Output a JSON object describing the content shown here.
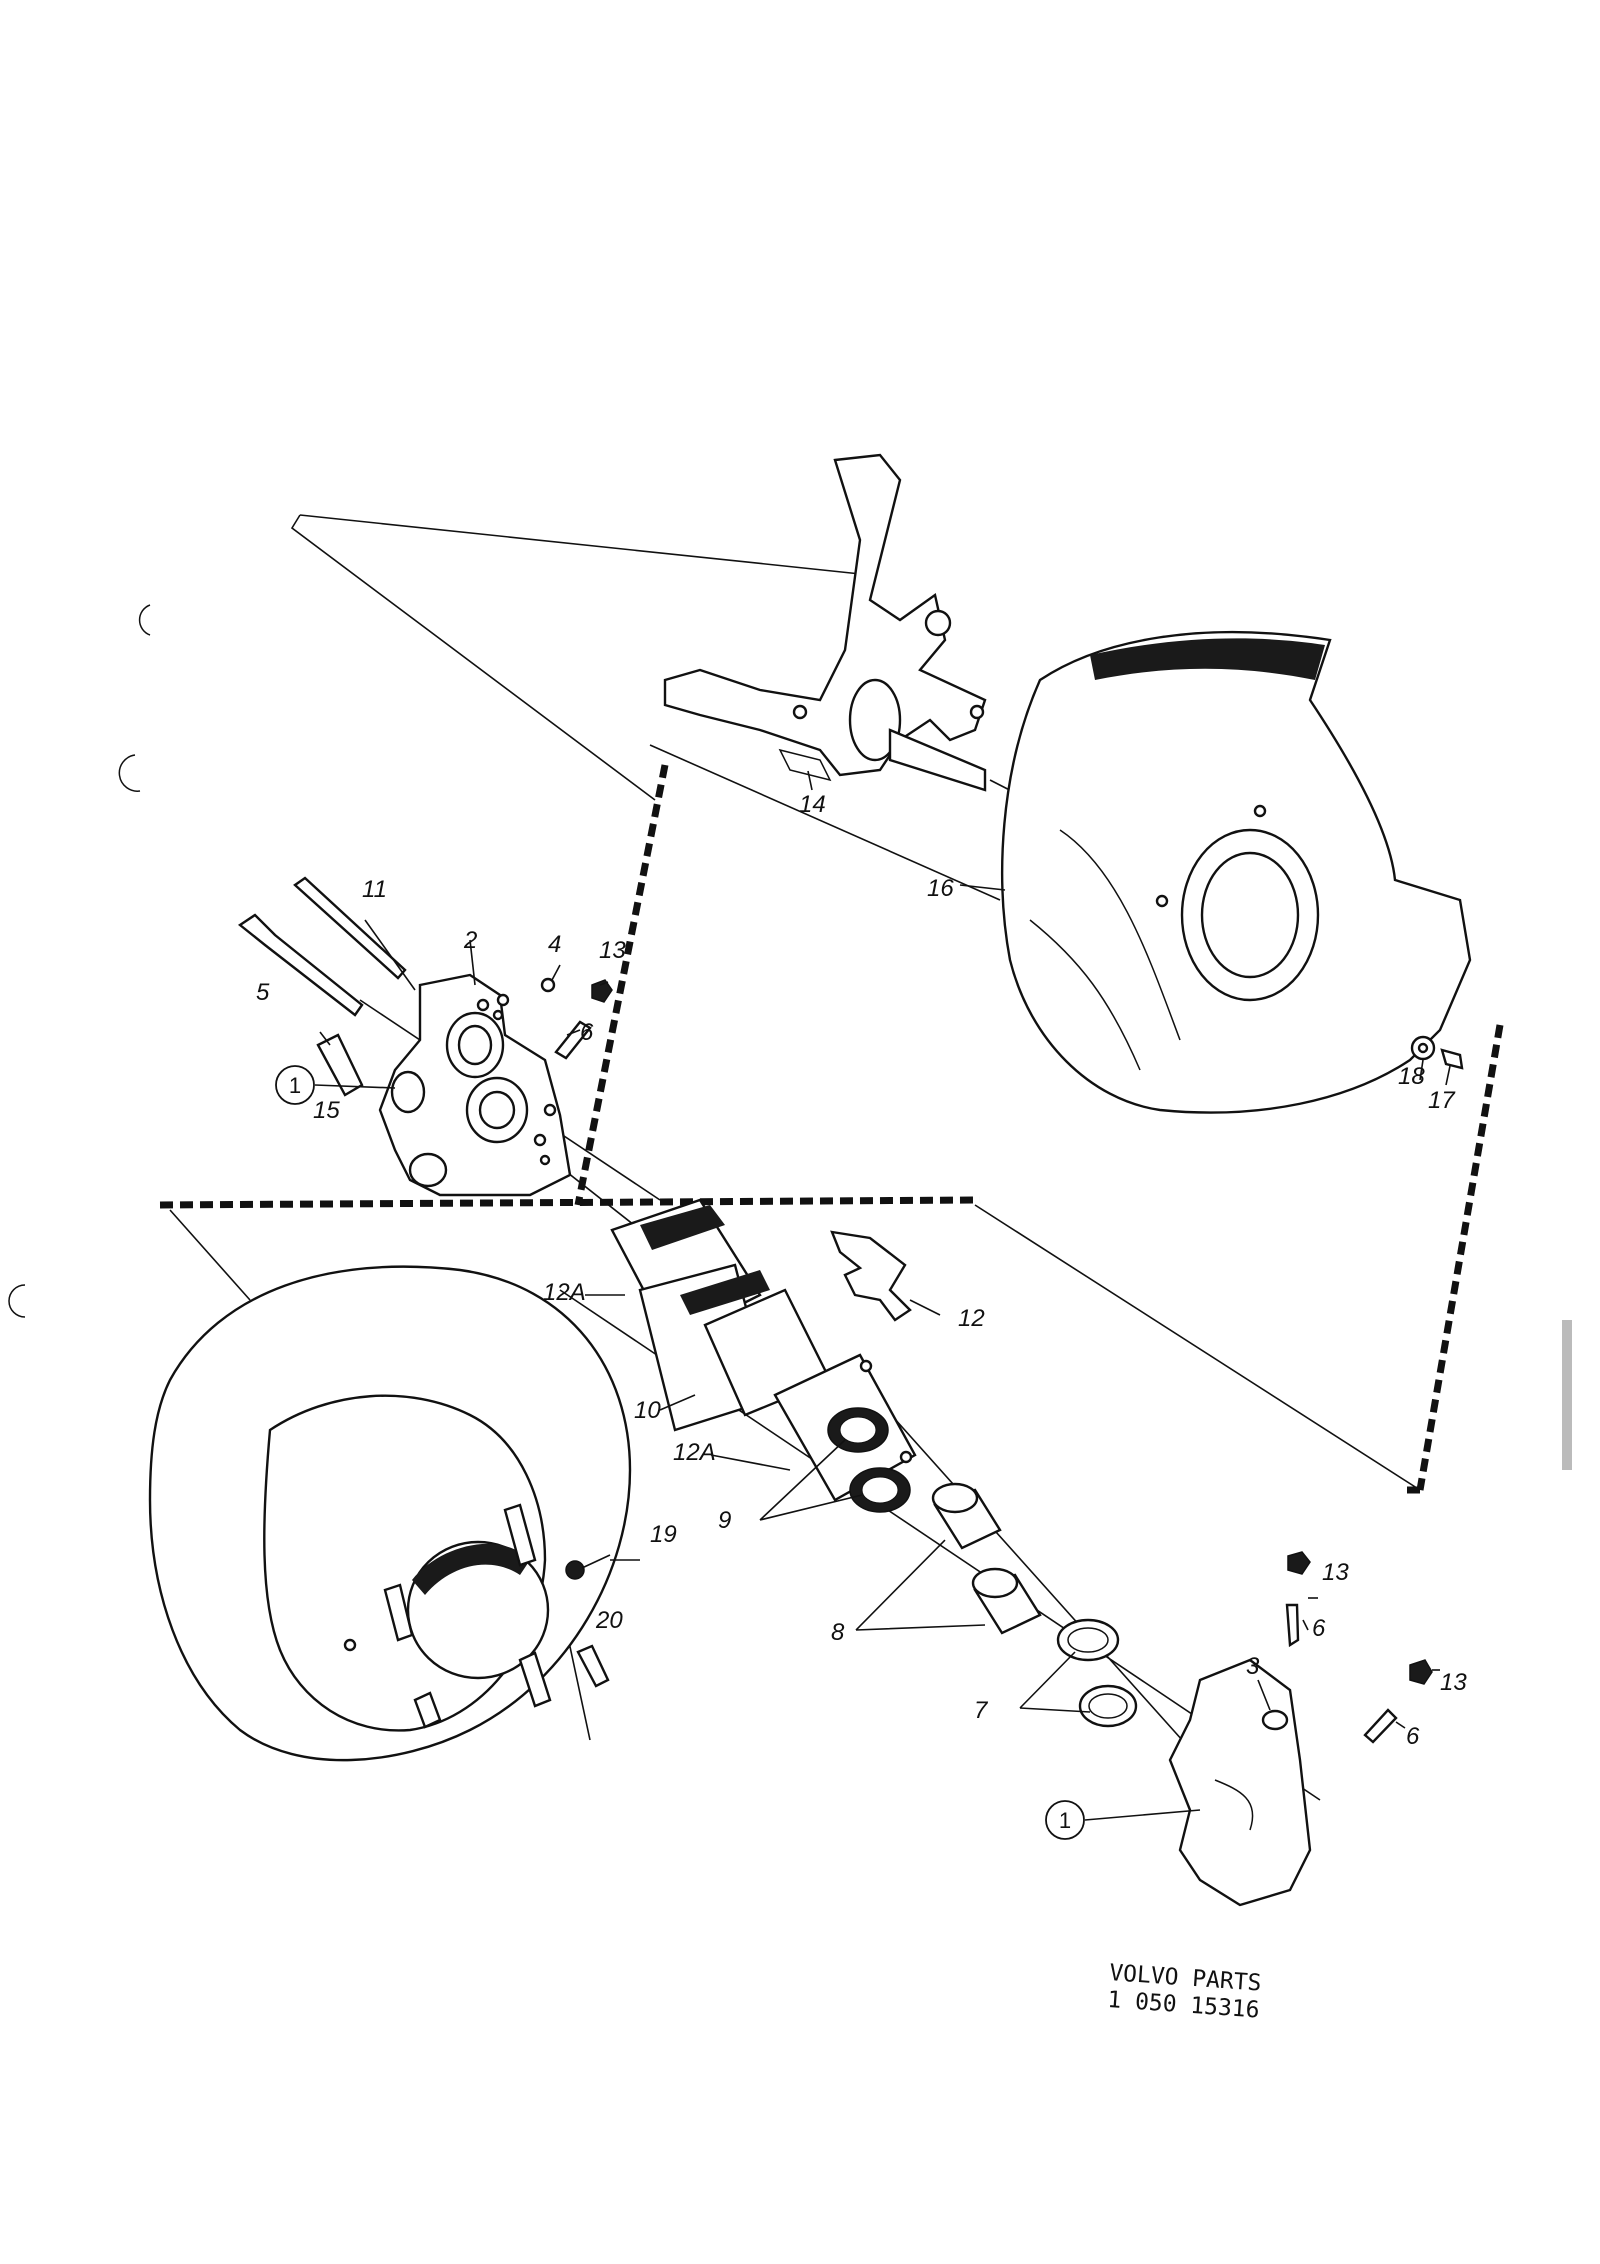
{
  "diagram": {
    "labels": {
      "l1a": "1",
      "l1b": "1",
      "l2": "2",
      "l3": "3",
      "l4": "4",
      "l5": "5",
      "l6a": "6",
      "l6b": "6",
      "l6c": "6",
      "l7": "7",
      "l8": "8",
      "l9": "9",
      "l10": "10",
      "l11": "11",
      "l12": "12",
      "l12Aa": "12A",
      "l12Ab": "12A",
      "l13a": "13",
      "l13b": "13",
      "l13c": "13",
      "l14": "14",
      "l15": "15",
      "l16": "16",
      "l17": "17",
      "l18": "18",
      "l19": "19",
      "l20": "20"
    },
    "footer": {
      "line1": "VOLVO PARTS",
      "line2": "1 050 15316"
    }
  }
}
